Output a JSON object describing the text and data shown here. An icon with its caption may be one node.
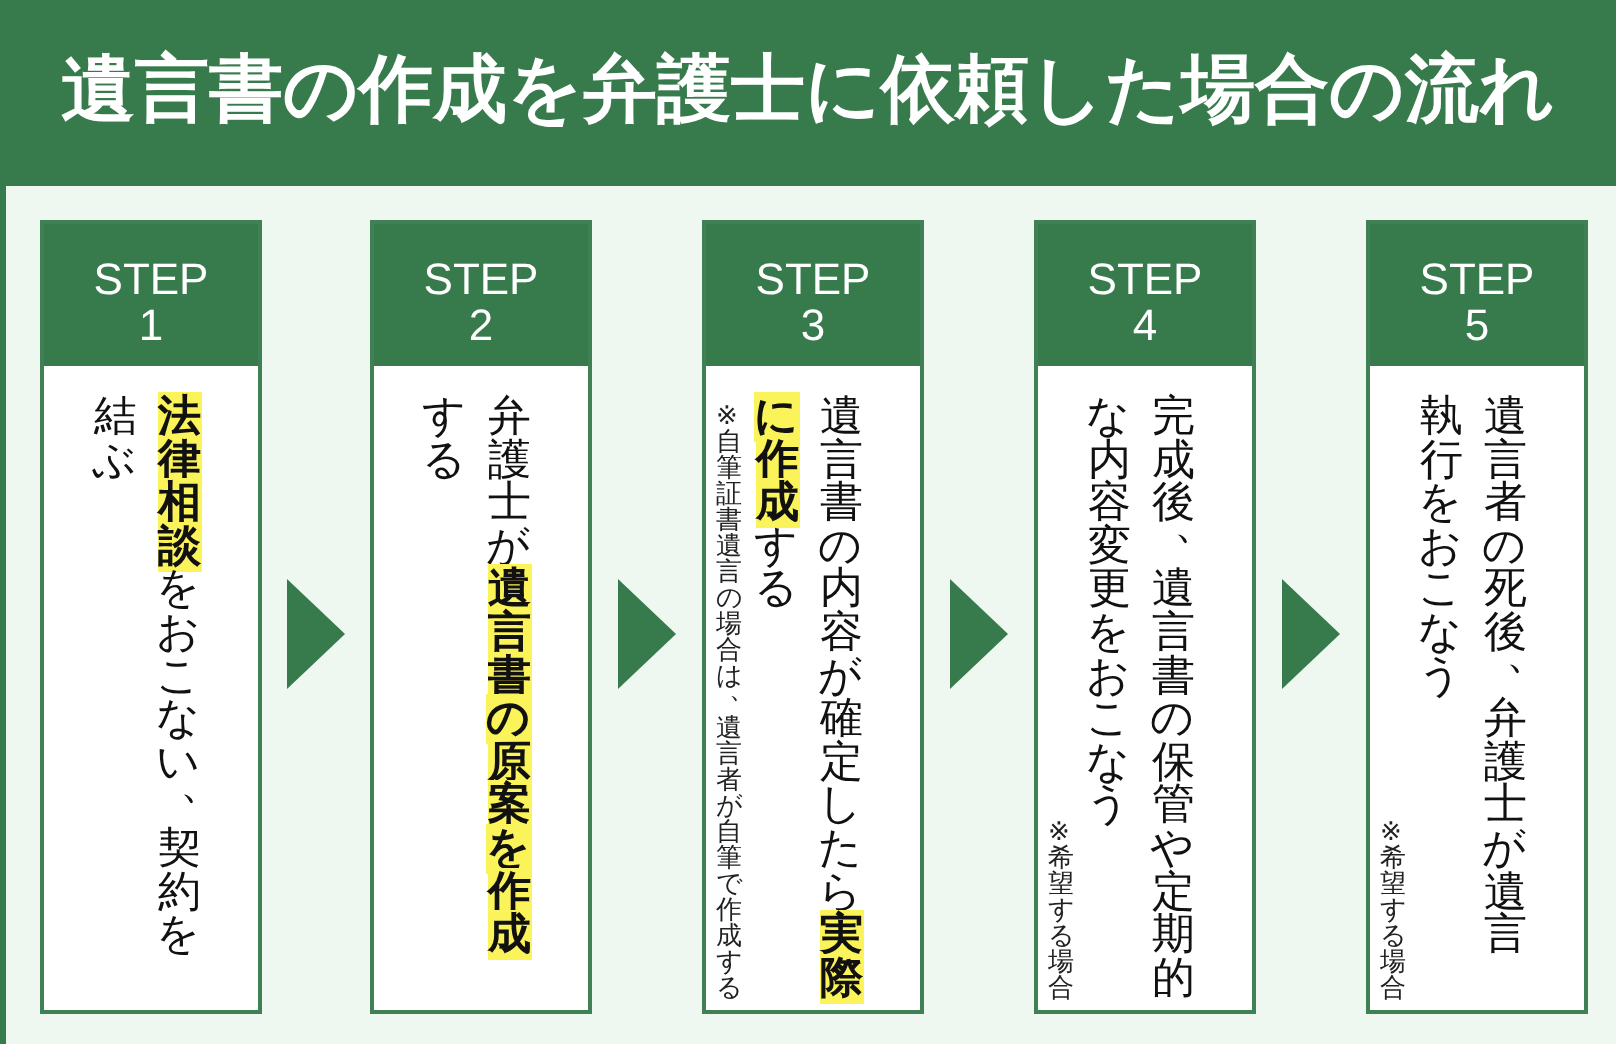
{
  "diagram": {
    "title": "遺言書の作成を弁護士に依頼した場合の流れ",
    "nodes": [
      {
        "text": [
          "STEP 1",
          "**法律相談**をおこない、契約を結ぶ"
        ]
      },
      {
        "text": [
          "STEP 2",
          "弁護士が**遺言書の原案を作成**する"
        ]
      },
      {
        "text": [
          "STEP 3",
          "※自筆証書遺言の場合は、遺言者が自筆で作成する",
          "遺言書の内容が確定したら**実際に作成**する"
        ]
      },
      {
        "text": [
          "STEP 4",
          "※希望する場合",
          "完成後、遺言書の保管や定期的な内容変更をおこなう"
        ]
      },
      {
        "text": [
          "STEP 5",
          "※希望する場合",
          "遺言者の死後、弁護士が遺言執行をおこなう"
        ]
      }
    ],
    "edges": [
      {
        "from": 0,
        "to": 1,
        "arrow": "to"
      },
      {
        "from": 1,
        "to": 2,
        "arrow": "to"
      },
      {
        "from": 2,
        "to": 3,
        "arrow": "to"
      },
      {
        "from": 3,
        "to": 4,
        "arrow": "to"
      }
    ]
  }
}
